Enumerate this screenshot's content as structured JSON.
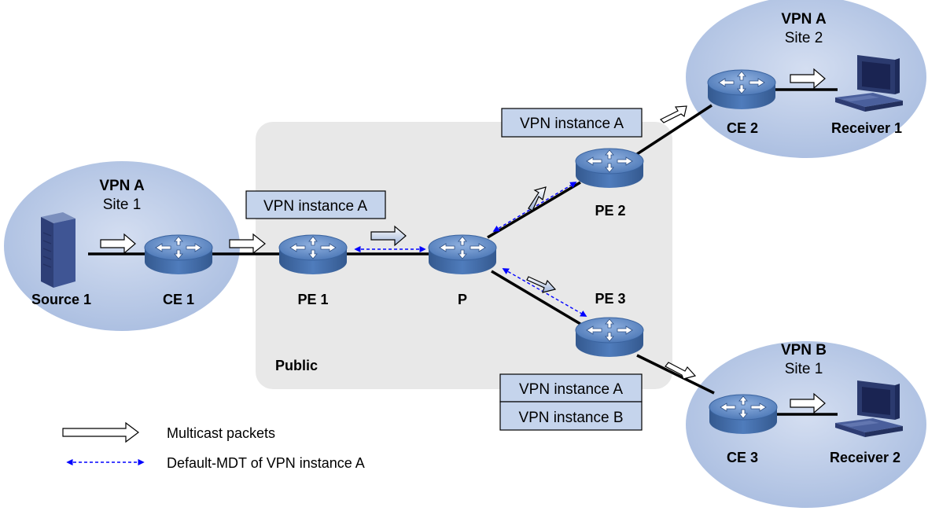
{
  "sites": {
    "vpn_a_site1": {
      "vpn": "VPN A",
      "site": "Site 1"
    },
    "vpn_a_site2": {
      "vpn": "VPN A",
      "site": "Site 2"
    },
    "vpn_b_site1": {
      "vpn": "VPN B",
      "site": "Site 1"
    }
  },
  "devices": {
    "source1": "Source 1",
    "ce1": "CE 1",
    "pe1": "PE 1",
    "p": "P",
    "pe2": "PE 2",
    "pe3": "PE 3",
    "ce2": "CE 2",
    "ce3": "CE 3",
    "receiver1": "Receiver 1",
    "receiver2": "Receiver 2"
  },
  "public_label": "Public",
  "instances": {
    "pe1": "VPN instance A",
    "pe2": "VPN instance A",
    "pe3_a": "VPN instance A",
    "pe3_b": "VPN instance B"
  },
  "legend": {
    "multicast": "Multicast packets",
    "mdt": "Default-MDT of VPN instance A"
  },
  "colors": {
    "site_fill": "#a9bde0",
    "public_fill": "#e8e8e8",
    "router_body": "#5b86c4",
    "instance_box": "#c5d4ec",
    "mdt_line": "#0000ff"
  }
}
